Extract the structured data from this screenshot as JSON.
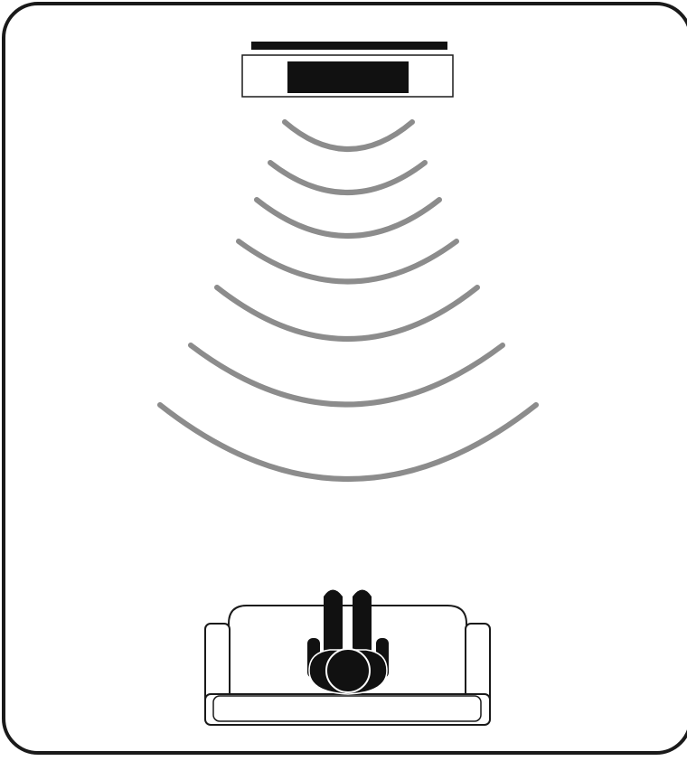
{
  "diagram": {
    "kind": "illustration",
    "elements": {
      "frame": {
        "shape": "rounded-rectangle"
      },
      "soundbar": {
        "icon": "soundbar-icon"
      },
      "sound_waves": {
        "icon": "sound-waves-icon",
        "count": 7
      },
      "listener": {
        "icon": "person-on-sofa-icon"
      }
    },
    "colors": {
      "background": "#ffffff",
      "outline": "#1a1a1a",
      "device_fill": "#111111",
      "wave": "#8c8c8c"
    }
  }
}
